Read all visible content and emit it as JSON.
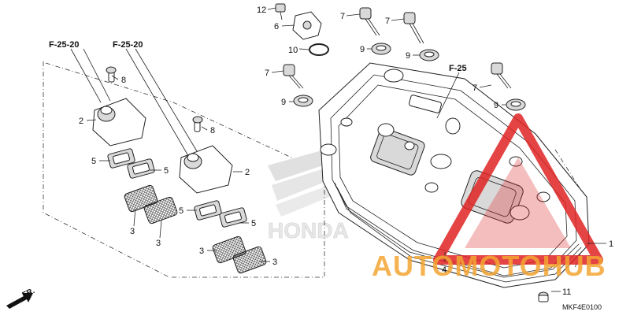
{
  "diagram": {
    "code": "MKF4E0100",
    "direction_label": "FR.",
    "refs": {
      "f2520_a": "F-25-20",
      "f2520_b": "F-25-20",
      "f25": "F-25"
    },
    "brand_watermark": "HONDA",
    "site_watermark": "AUTOMOTOHUB",
    "colors": {
      "watermark_red": "#e02424",
      "watermark_orange": "#f4a533",
      "line": "#222222"
    },
    "callouts": [
      {
        "id": "c12",
        "text": "12"
      },
      {
        "id": "c6",
        "text": "6"
      },
      {
        "id": "c10",
        "text": "10"
      },
      {
        "id": "c7a",
        "text": "7"
      },
      {
        "id": "c9a",
        "text": "9"
      },
      {
        "id": "c7b",
        "text": "7"
      },
      {
        "id": "c9b",
        "text": "9"
      },
      {
        "id": "c7c",
        "text": "7"
      },
      {
        "id": "c9c",
        "text": "9"
      },
      {
        "id": "c7d",
        "text": "7"
      },
      {
        "id": "c9d",
        "text": "9"
      },
      {
        "id": "c8a",
        "text": "8"
      },
      {
        "id": "c2a",
        "text": "2"
      },
      {
        "id": "c5a",
        "text": "5"
      },
      {
        "id": "c5b",
        "text": "5"
      },
      {
        "id": "c3a",
        "text": "3"
      },
      {
        "id": "c3b",
        "text": "3"
      },
      {
        "id": "c8b",
        "text": "8"
      },
      {
        "id": "c2b",
        "text": "2"
      },
      {
        "id": "c5c",
        "text": "5"
      },
      {
        "id": "c5d",
        "text": "5"
      },
      {
        "id": "c3c",
        "text": "3"
      },
      {
        "id": "c3d",
        "text": "3"
      },
      {
        "id": "c1",
        "text": "1"
      },
      {
        "id": "c4",
        "text": "4"
      },
      {
        "id": "c11",
        "text": "11"
      }
    ]
  }
}
